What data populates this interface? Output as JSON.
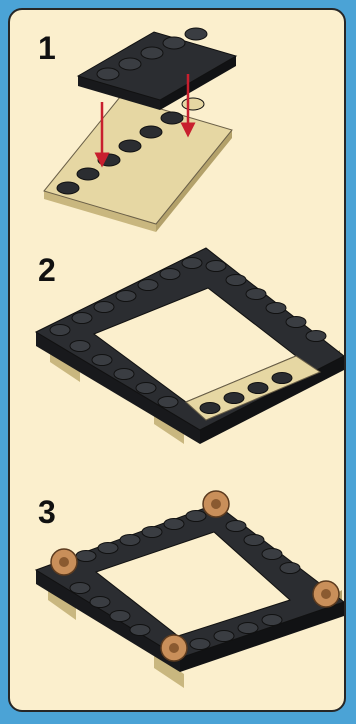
{
  "steps": [
    {
      "number": "1"
    },
    {
      "number": "2"
    },
    {
      "number": "3"
    }
  ],
  "colors": {
    "page_background": "#4ba3d6",
    "panel_background": "#fbefcd",
    "dark_brick": "#2b2d31",
    "tan_brick": "#e6d7a3",
    "pin_orange": "#c98f5a",
    "arrow": "#c81f2e"
  }
}
